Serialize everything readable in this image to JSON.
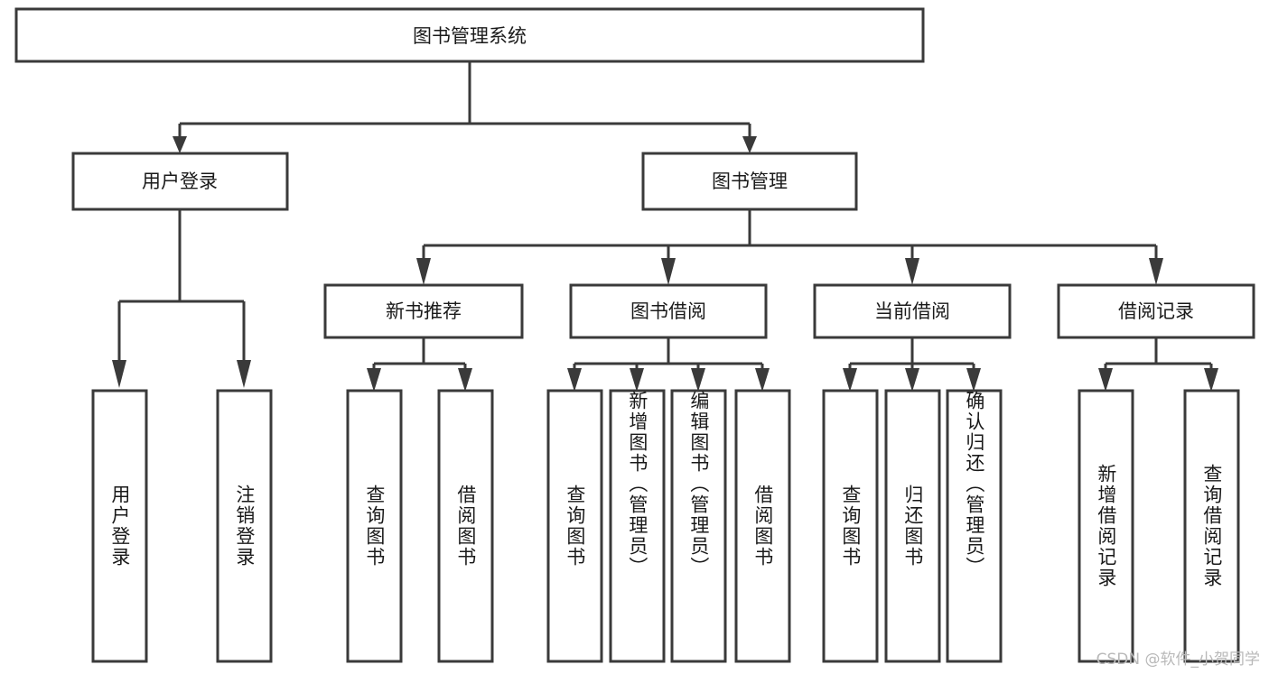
{
  "diagram": {
    "title": "图书管理系统",
    "watermark": "CSDN @软件_小贺同学",
    "stroke_color": "#3a3a3a",
    "fill_color": "#ffffff",
    "text_color": "#1a1a1a",
    "watermark_color": "#b9b9b9",
    "root": {
      "label": "图书管理系统",
      "orientation": "horizontal"
    },
    "level2": [
      {
        "label": "用户登录",
        "orientation": "horizontal"
      },
      {
        "label": "图书管理",
        "orientation": "horizontal"
      }
    ],
    "level3": [
      {
        "label": "新书推荐",
        "orientation": "horizontal"
      },
      {
        "label": "图书借阅",
        "orientation": "horizontal"
      },
      {
        "label": "当前借阅",
        "orientation": "horizontal"
      },
      {
        "label": "借阅记录",
        "orientation": "horizontal"
      }
    ],
    "leaves": {
      "user_login": [
        {
          "label": "用户登录",
          "orientation": "vertical"
        },
        {
          "label": "注销登录",
          "orientation": "vertical"
        }
      ],
      "new_book_recommend": [
        {
          "label": "查询图书",
          "orientation": "vertical"
        },
        {
          "label": "借阅图书",
          "orientation": "vertical"
        }
      ],
      "book_borrow": [
        {
          "label": "查询图书",
          "orientation": "vertical"
        },
        {
          "label": "新增图书（管理员）",
          "orientation": "vertical"
        },
        {
          "label": "编辑图书（管理员）",
          "orientation": "vertical"
        },
        {
          "label": "借阅图书",
          "orientation": "vertical"
        }
      ],
      "current_borrow": [
        {
          "label": "查询图书",
          "orientation": "vertical"
        },
        {
          "label": "归还图书",
          "orientation": "vertical"
        },
        {
          "label": "确认归还（管理员）",
          "orientation": "vertical"
        }
      ],
      "borrow_record": [
        {
          "label": "新增借阅记录",
          "orientation": "vertical"
        },
        {
          "label": "查询借阅记录",
          "orientation": "vertical"
        }
      ]
    }
  }
}
